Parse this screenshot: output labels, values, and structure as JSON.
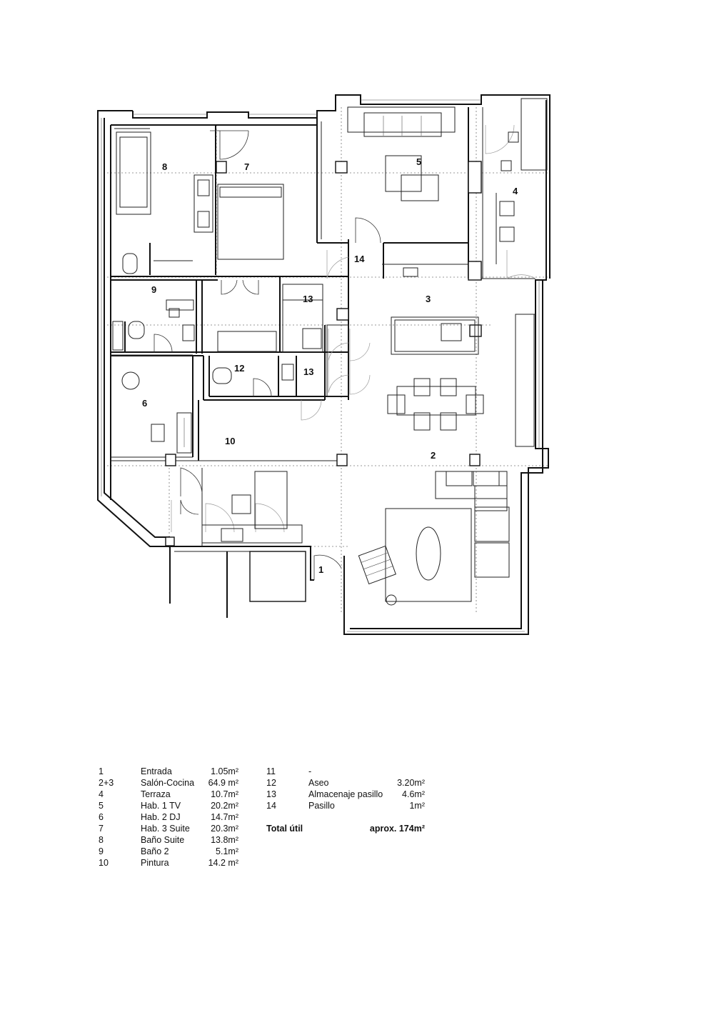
{
  "rooms": {
    "r1": "1",
    "r2": "2",
    "r3": "3",
    "r4": "4",
    "r5": "5",
    "r6": "6",
    "r7": "7",
    "r8": "8",
    "r9": "9",
    "r10": "10",
    "r12": "12",
    "r13a": "13",
    "r13b": "13",
    "r14": "14"
  },
  "legend_left": [
    {
      "num": "1",
      "name": "Entrada",
      "area": "1.05m²"
    },
    {
      "num": "2+3",
      "name": "Salón-Cocina",
      "area": "64.9 m²"
    },
    {
      "num": "4",
      "name": "Terraza",
      "area": "10.7m²"
    },
    {
      "num": "5",
      "name": "Hab. 1 TV",
      "area": "20.2m²"
    },
    {
      "num": "6",
      "name": "Hab. 2 DJ",
      "area": "14.7m²"
    },
    {
      "num": "7",
      "name": "Hab. 3 Suite",
      "area": "20.3m²"
    },
    {
      "num": "8",
      "name": "Baño Suite",
      "area": "13.8m²"
    },
    {
      "num": "9",
      "name": "Baño 2",
      "area": "5.1m²"
    },
    {
      "num": "10",
      "name": "Pintura",
      "area": "14.2 m²"
    }
  ],
  "legend_right": [
    {
      "num": "11",
      "name": "-",
      "area": ""
    },
    {
      "num": "12",
      "name": "Aseo",
      "area": "3.20m²"
    },
    {
      "num": "13",
      "name": "Almacenaje pasillo",
      "area": "4.6m²"
    },
    {
      "num": "14",
      "name": "Pasillo",
      "area": "1m²"
    }
  ],
  "total": {
    "label": "Total útil",
    "value": "aprox. 174m²"
  }
}
